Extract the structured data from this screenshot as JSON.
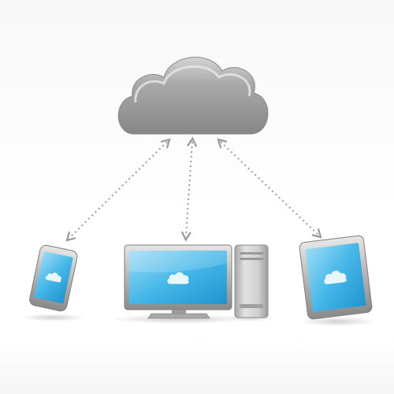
{
  "scene": {
    "hub": {
      "name": "cloud",
      "icon": "cloud-icon"
    },
    "devices": [
      {
        "name": "smartphone",
        "icon": "smartphone-icon",
        "screen_icon": "cloud-icon"
      },
      {
        "name": "desktop-monitor",
        "icon": "monitor-icon",
        "screen_icon": "cloud-icon"
      },
      {
        "name": "computer-tower",
        "icon": "pc-tower-icon"
      },
      {
        "name": "tablet",
        "icon": "tablet-icon",
        "screen_icon": "cloud-icon"
      }
    ],
    "connections": [
      {
        "from": "cloud",
        "to": "smartphone",
        "style": "dotted",
        "arrows": "both"
      },
      {
        "from": "cloud",
        "to": "desktop-monitor",
        "style": "dotted",
        "arrows": "both"
      },
      {
        "from": "cloud",
        "to": "tablet",
        "style": "dotted",
        "arrows": "both"
      }
    ]
  },
  "colors": {
    "cloud_fill": "#9a9a9a",
    "cloud_highlight": "#c9c9c9",
    "device_frame": "#8c8c8c",
    "screen_blue": "#3fb3e6",
    "screen_light": "#a9def5",
    "arrow": "#9a9a9a",
    "background": "#ffffff"
  }
}
